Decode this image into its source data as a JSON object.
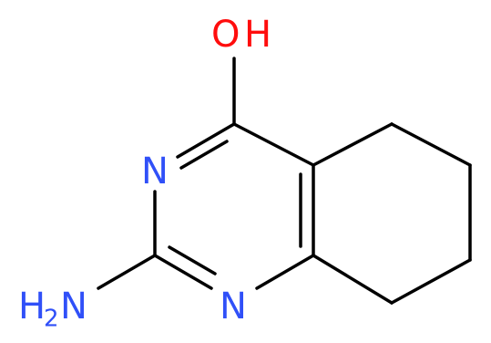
{
  "molecule": {
    "atoms": {
      "hydroxyl_o": {
        "text": "O",
        "color": "#ff0d0d"
      },
      "hydroxyl_h": {
        "text": "H",
        "color": "#ff0d0d"
      },
      "ring_n3": {
        "text": "N",
        "color": "#3050f8"
      },
      "ring_n1": {
        "text": "N",
        "color": "#3050f8"
      },
      "amino_h": {
        "text": "H",
        "color": "#3050f8"
      },
      "amino_sub": {
        "text": "2",
        "color": "#3050f8"
      },
      "amino_n": {
        "text": "N",
        "color": "#3050f8"
      }
    },
    "bond_color": "#000000"
  }
}
